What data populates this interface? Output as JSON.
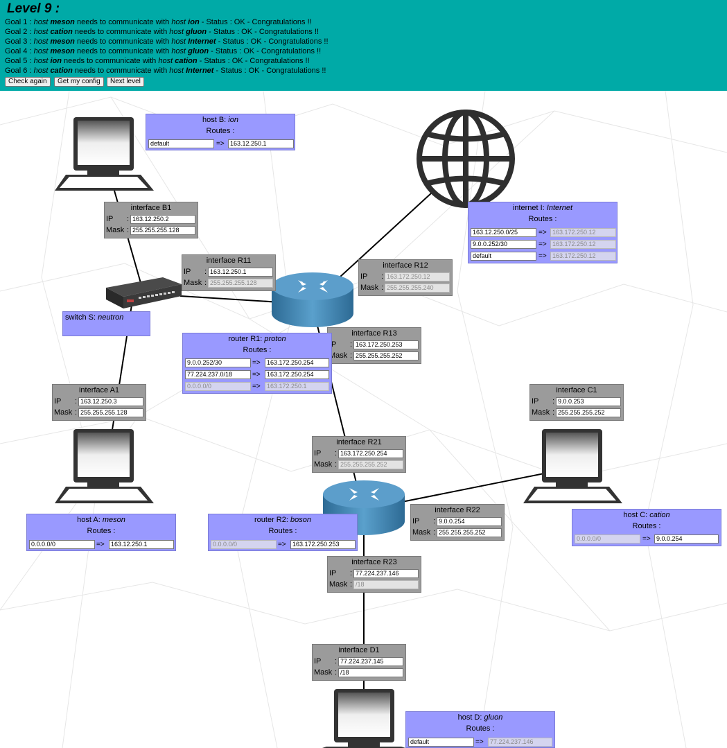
{
  "header": {
    "title": "Level 9 :",
    "goals": [
      {
        "prefix": "Goal 1 : ",
        "w1": "host ",
        "a": "meson",
        "mid": " needs to communicate with ",
        "w2": "host ",
        "b": "ion",
        "suffix": " - Status : OK - Congratulations !!"
      },
      {
        "prefix": "Goal 2 : ",
        "w1": "host ",
        "a": "cation",
        "mid": " needs to communicate with ",
        "w2": "host ",
        "b": "gluon",
        "suffix": " - Status : OK - Congratulations !!"
      },
      {
        "prefix": "Goal 3 : ",
        "w1": "host ",
        "a": "meson",
        "mid": " needs to communicate with ",
        "w2": "host ",
        "b": "Internet",
        "suffix": " - Status : OK - Congratulations !!"
      },
      {
        "prefix": "Goal 4 : ",
        "w1": "host ",
        "a": "meson",
        "mid": " needs to communicate with ",
        "w2": "host ",
        "b": "gluon",
        "suffix": " - Status : OK - Congratulations !!"
      },
      {
        "prefix": "Goal 5 : ",
        "w1": "host ",
        "a": "ion",
        "mid": " needs to communicate with ",
        "w2": "host ",
        "b": "cation",
        "suffix": " - Status : OK - Congratulations !!"
      },
      {
        "prefix": "Goal 6 : ",
        "w1": "host ",
        "a": "cation",
        "mid": " needs to communicate with ",
        "w2": "host ",
        "b": "Internet",
        "suffix": " - Status : OK - Congratulations !!"
      }
    ],
    "buttons": {
      "check": "Check again",
      "config": "Get my config",
      "next": "Next level"
    },
    "bg_color": "#00aaa7"
  },
  "labels": {
    "ip": "IP",
    "mask": "Mask",
    "colon": ":",
    "routes": "Routes :",
    "arrow": "=>"
  },
  "interfaces": {
    "B1": {
      "title": "interface B1",
      "ip": "163.12.250.2",
      "mask": "255.255.255.128"
    },
    "R11": {
      "title": "interface R11",
      "ip": "163.12.250.1",
      "mask": "255.255.255.128"
    },
    "R12": {
      "title": "interface R12",
      "ip": "163.172.250.12",
      "mask": "255.255.255.240"
    },
    "R13": {
      "title": "interface R13",
      "ip": "163.172.250.253",
      "mask": "255.255.255.252"
    },
    "A1": {
      "title": "interface A1",
      "ip": "163.12.250.3",
      "mask": "255.255.255.128"
    },
    "C1": {
      "title": "interface C1",
      "ip": "9.0.0.253",
      "mask": "255.255.255.252"
    },
    "R21": {
      "title": "interface R21",
      "ip": "163.172.250.254",
      "mask": "255.255.255.252"
    },
    "R22": {
      "title": "interface R22",
      "ip": "9.0.0.254",
      "mask": "255.255.255.252"
    },
    "R23": {
      "title": "interface R23",
      "ip": "77.224.237.146",
      "mask": "/18"
    },
    "D1": {
      "title": "interface D1",
      "ip": "77.224.237.145",
      "mask": "/18"
    }
  },
  "devices": {
    "hostB": {
      "kind": "host B: ",
      "name": "ion",
      "routes": [
        {
          "dest": "default",
          "gw": "163.12.250.1"
        }
      ]
    },
    "internet": {
      "kind": "internet I: ",
      "name": "Internet",
      "routes": [
        {
          "dest": "163.12.250.0/25",
          "gw": "163.172.250.12"
        },
        {
          "dest": "9.0.0.252/30",
          "gw": "163.172.250.12"
        },
        {
          "dest": "default",
          "gw": "163.172.250.12"
        }
      ]
    },
    "switch": {
      "kind": "switch S: ",
      "name": "neutron"
    },
    "routerR1": {
      "kind": "router R1: ",
      "name": "proton",
      "routes": [
        {
          "dest": "9.0.0.252/30",
          "gw": "163.172.250.254"
        },
        {
          "dest": "77.224.237.0/18",
          "gw": "163.172.250.254"
        },
        {
          "dest": "0.0.0.0/0",
          "gw": "163.172.250.1"
        }
      ]
    },
    "hostA": {
      "kind": "host A: ",
      "name": "meson",
      "routes": [
        {
          "dest": "0.0.0.0/0",
          "gw": "163.12.250.1"
        }
      ]
    },
    "routerR2": {
      "kind": "router R2: ",
      "name": "boson",
      "routes": [
        {
          "dest": "0.0.0.0/0",
          "gw": "163.172.250.253"
        }
      ]
    },
    "hostC": {
      "kind": "host C: ",
      "name": "cation",
      "routes": [
        {
          "dest": "0.0.0.0/0",
          "gw": "9.0.0.254"
        }
      ]
    },
    "hostD": {
      "kind": "host D: ",
      "name": "gluon",
      "routes": [
        {
          "dest": "default",
          "gw": "77.224.237.146"
        }
      ]
    }
  },
  "colors": {
    "interface_box": "#9b9b9b",
    "device_box": "#9999ff",
    "router": "#4a8ab8"
  }
}
